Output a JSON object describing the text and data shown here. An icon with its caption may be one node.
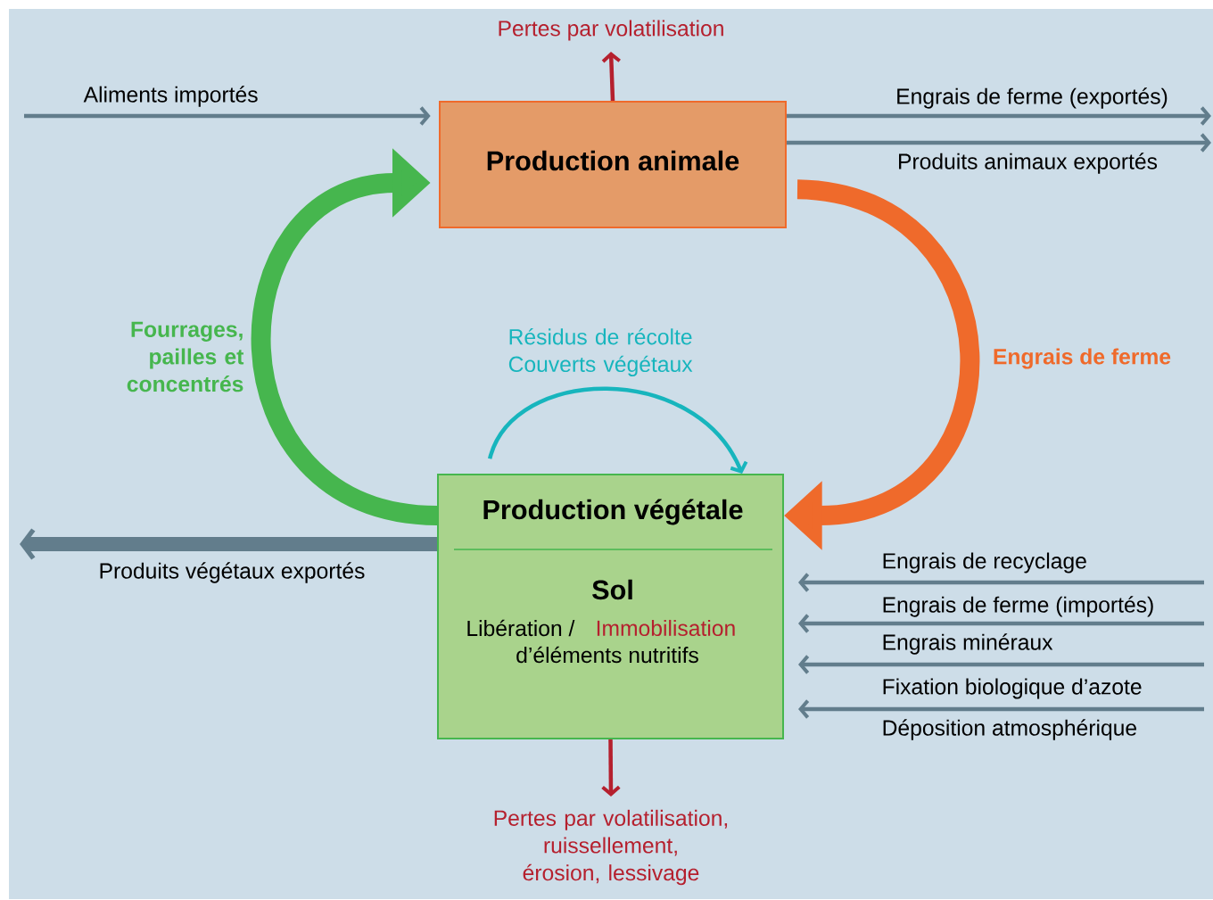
{
  "diagram": {
    "nodes": [
      {
        "text": [
          "Production animale"
        ]
      },
      {
        "text": [
          "Production végétale",
          "Sol",
          "Libération /",
          "Immobilisation",
          "d’éléments nutritifs"
        ]
      }
    ],
    "edges": [
      {
        "from": null,
        "to": 0,
        "arrow": "to",
        "label": "Aliments importés"
      },
      {
        "from": 0,
        "to": null,
        "arrow": "to",
        "label": "Pertes par volatilisation",
        "color": "#b5202e"
      },
      {
        "from": 0,
        "to": null,
        "arrow": "to",
        "label": "Engrais de ferme (exportés)"
      },
      {
        "from": 0,
        "to": null,
        "arrow": "to",
        "label": "Produits animaux exportés"
      },
      {
        "from": 0,
        "to": 1,
        "arrow": "to",
        "label": "Engrais de ferme",
        "style": "thick",
        "color": "#ef6a2b"
      },
      {
        "from": 1,
        "to": 0,
        "arrow": "to",
        "label": "Fourrages, pailles et concentrés",
        "style": "thick",
        "color": "#46b64e"
      },
      {
        "from": 1,
        "to": 1,
        "arrow": "to",
        "label": "Résidus de récolte Couverts végétaux",
        "color": "#17b5bd"
      },
      {
        "from": 1,
        "to": null,
        "arrow": "to",
        "label": "Produits végétaux exportés",
        "style": "thick"
      },
      {
        "from": null,
        "to": 1,
        "arrow": "to",
        "label": "Engrais de recyclage"
      },
      {
        "from": null,
        "to": 1,
        "arrow": "to",
        "label": "Engrais de ferme (importés)"
      },
      {
        "from": null,
        "to": 1,
        "arrow": "to",
        "label": "Engrais minéraux"
      },
      {
        "from": null,
        "to": 1,
        "arrow": "to",
        "label": "Fixation biologique d’azote"
      },
      {
        "from": 1,
        "to": null,
        "arrow": "to",
        "label": "Pertes par volatilisation, ruissellement, érosion, lessivage",
        "color": "#b5202e"
      }
    ],
    "labels": [
      "Déposition atmosphérique"
    ]
  }
}
